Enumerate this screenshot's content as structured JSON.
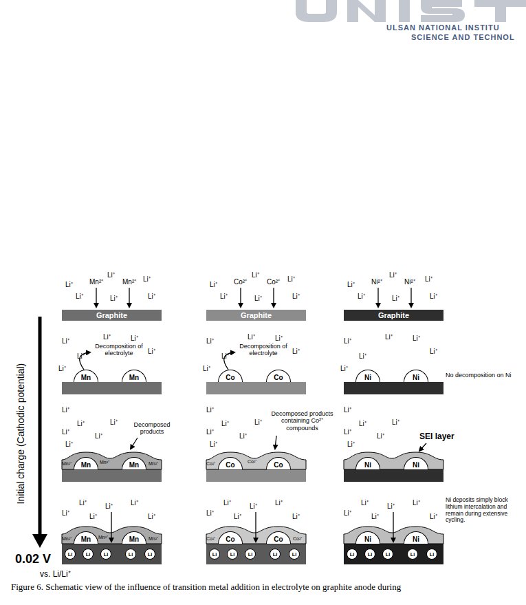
{
  "diagram": {
    "caption": "Figure 6. Schematic view of the influence of transition metal addition in electrolyte on graphite anode during",
    "nodes": [
      {
        "text": [
          "Graphite"
        ]
      },
      {
        "text": [
          "Graphite"
        ]
      },
      {
        "text": [
          "Graphite"
        ]
      },
      {
        "text": [
          "Mn"
        ]
      },
      {
        "text": [
          "Mn"
        ]
      },
      {
        "text": [
          "Co"
        ]
      },
      {
        "text": [
          "Co"
        ]
      },
      {
        "text": [
          "Ni"
        ]
      },
      {
        "text": [
          "Ni"
        ]
      },
      {
        "text": [
          "Mn"
        ]
      },
      {
        "text": [
          "Mn"
        ]
      },
      {
        "text": [
          "Co"
        ]
      },
      {
        "text": [
          "Co"
        ]
      },
      {
        "text": [
          "Ni"
        ]
      },
      {
        "text": [
          "Ni"
        ]
      },
      {
        "text": [
          "Mn"
        ]
      },
      {
        "text": [
          "Mn"
        ]
      },
      {
        "text": [
          "Co"
        ]
      },
      {
        "text": [
          "Co"
        ]
      },
      {
        "text": [
          "Ni"
        ]
      },
      {
        "text": [
          "Ni"
        ]
      },
      {
        "text": [
          "Li"
        ]
      },
      {
        "text": [
          "Li"
        ]
      },
      {
        "text": [
          "Li"
        ]
      },
      {
        "text": [
          "Li"
        ]
      },
      {
        "text": [
          "Li"
        ]
      },
      {
        "text": [
          "Li"
        ]
      },
      {
        "text": [
          "Li"
        ]
      },
      {
        "text": [
          "Li"
        ]
      },
      {
        "text": [
          "Li"
        ]
      },
      {
        "text": [
          "Li"
        ]
      },
      {
        "text": [
          "Li"
        ]
      },
      {
        "text": [
          "Li"
        ]
      },
      {
        "text": [
          "Li"
        ]
      },
      {
        "text": [
          "Li"
        ]
      },
      {
        "text": [
          "Li"
        ]
      }
    ],
    "labels": [
      "ULSAN NATIONAL INSTITU",
      "SCIENCE AND TECHNOL",
      "Initial charge (Cathodic potential)",
      "0.02 V",
      "vs. Li/Li⁺",
      "Li⁺",
      "Li⁺",
      "Li⁺",
      "Li⁺",
      "Li⁺",
      "Li⁺",
      "Mn²⁺",
      "Mn²⁺",
      "Li⁺",
      "Li⁺",
      "Li⁺",
      "Li⁺",
      "Li⁺",
      "Li⁺",
      "Co²⁺",
      "Co²⁺",
      "Li⁺",
      "Li⁺",
      "Li⁺",
      "Li⁺",
      "Li⁺",
      "Li⁺",
      "Ni²⁺",
      "Ni²⁺",
      "Li⁺",
      "Li⁺",
      "Li⁺",
      "Li⁺",
      "Li⁺",
      "Li⁺",
      "Decomposition of electrolyte",
      "Li⁺",
      "Li⁺",
      "Li⁺",
      "Li⁺",
      "Li⁺",
      "Li⁺",
      "Decomposition of electrolyte",
      "Li⁺",
      "Li⁺",
      "Li⁺",
      "Li⁺",
      "Li⁺",
      "Li⁺",
      "No decomposition on Ni",
      "Li⁺",
      "Li⁺",
      "Li⁺",
      "Li⁺",
      "Li⁺",
      "Li⁺",
      "Decomposed products",
      "Mn²⁺",
      "Mn²⁺",
      "Mn²⁺",
      "Li⁺",
      "Li⁺",
      "Li⁺",
      "Li⁺",
      "Li⁺",
      "Li⁺",
      "Decomposed products containing Co²⁺ compounds",
      "Co²⁺",
      "Co²⁺",
      "Li⁺",
      "Li⁺",
      "Li⁺",
      "Li⁺",
      "Li⁺",
      "Li⁺",
      "SEI layer",
      "Li⁺",
      "Li⁺",
      "Li⁺",
      "Li⁺",
      "Li⁺",
      "Li⁺",
      "Mn²⁺",
      "Mn²⁺",
      "Mn²⁺",
      "Li⁺",
      "Li⁺",
      "Li⁺",
      "Li⁺",
      "Li⁺",
      "Li⁺",
      "Co²⁺",
      "Co²⁺",
      "Li⁺",
      "Li⁺",
      "Li⁺",
      "Li⁺",
      "Li⁺",
      "Li⁺",
      "Ni deposits simply block lithium intercalation and remain during extensive cycling."
    ]
  }
}
